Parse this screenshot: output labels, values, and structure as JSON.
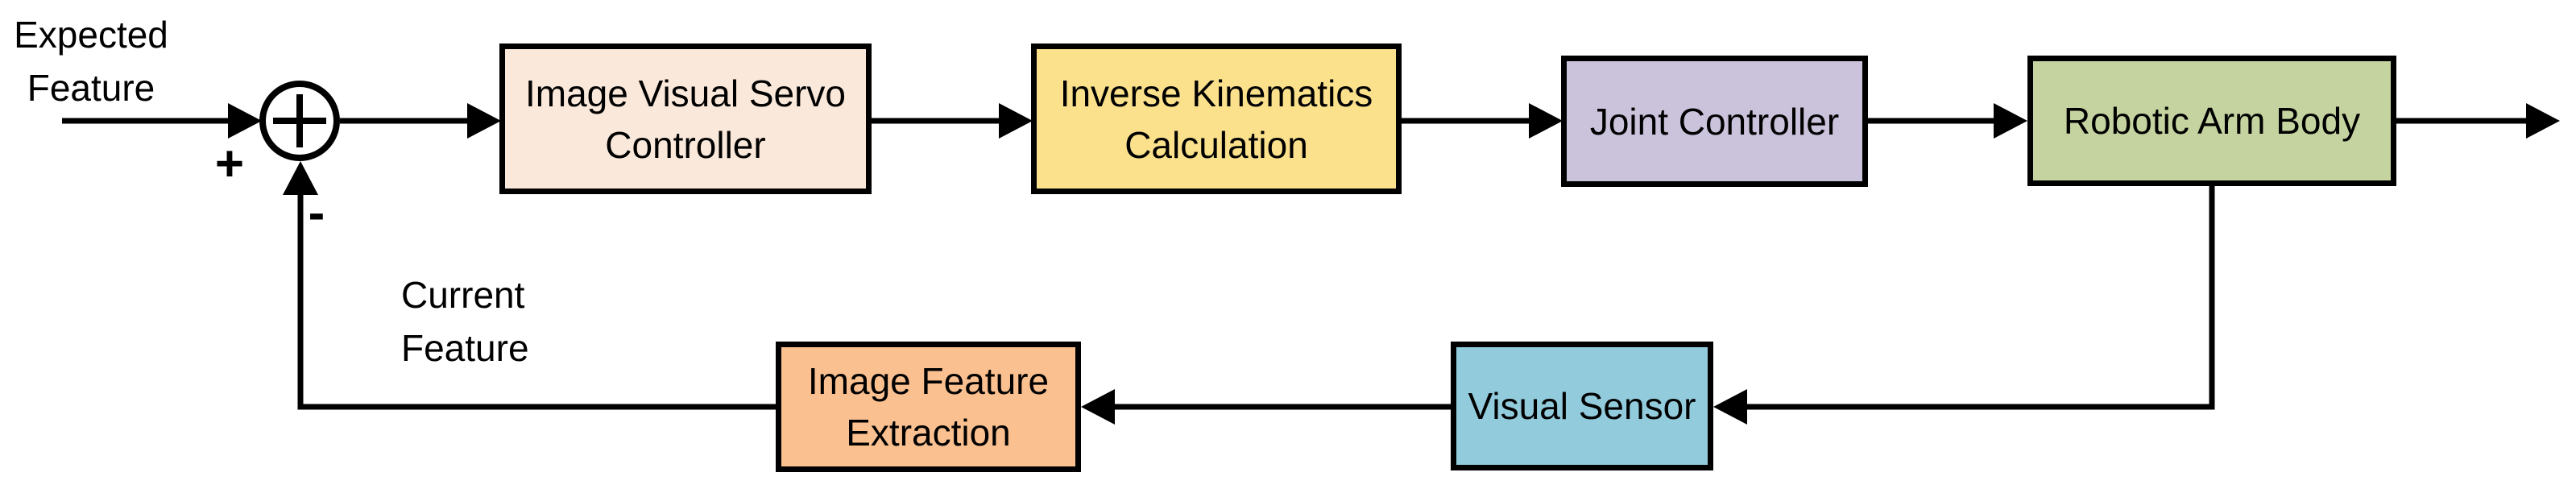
{
  "diagram": {
    "type": "control-system-block-diagram",
    "input_label": "Expected Feature",
    "feedback_label": "Current Feature",
    "summing_junction": {
      "positive_sign": "+",
      "negative_sign": "-"
    },
    "blocks": [
      {
        "id": "image-visual-servo-controller",
        "label": "Image Visual Servo Controller",
        "fill": "#FAE8DA"
      },
      {
        "id": "inverse-kinematics-calculation",
        "label": "Inverse Kinematics Calculation",
        "fill": "#FBE18C"
      },
      {
        "id": "joint-controller",
        "label": "Joint Controller",
        "fill": "#CBC2DB"
      },
      {
        "id": "robotic-arm-body",
        "label": "Robotic Arm Body",
        "fill": "#C5D3A0"
      },
      {
        "id": "visual-sensor",
        "label": "Visual Sensor",
        "fill": "#92CCDC"
      },
      {
        "id": "image-feature-extraction",
        "label": "Image Feature Extraction",
        "fill": "#FAC090"
      }
    ],
    "connections": [
      {
        "from": "expected-feature-input",
        "to": "summing-junction",
        "sign": "+"
      },
      {
        "from": "summing-junction",
        "to": "image-visual-servo-controller"
      },
      {
        "from": "image-visual-servo-controller",
        "to": "inverse-kinematics-calculation"
      },
      {
        "from": "inverse-kinematics-calculation",
        "to": "joint-controller"
      },
      {
        "from": "joint-controller",
        "to": "robotic-arm-body"
      },
      {
        "from": "robotic-arm-body",
        "to": "system-output"
      },
      {
        "from": "robotic-arm-body",
        "to": "visual-sensor"
      },
      {
        "from": "visual-sensor",
        "to": "image-feature-extraction"
      },
      {
        "from": "image-feature-extraction",
        "to": "summing-junction",
        "sign": "-"
      }
    ],
    "line_color": "#000000"
  }
}
